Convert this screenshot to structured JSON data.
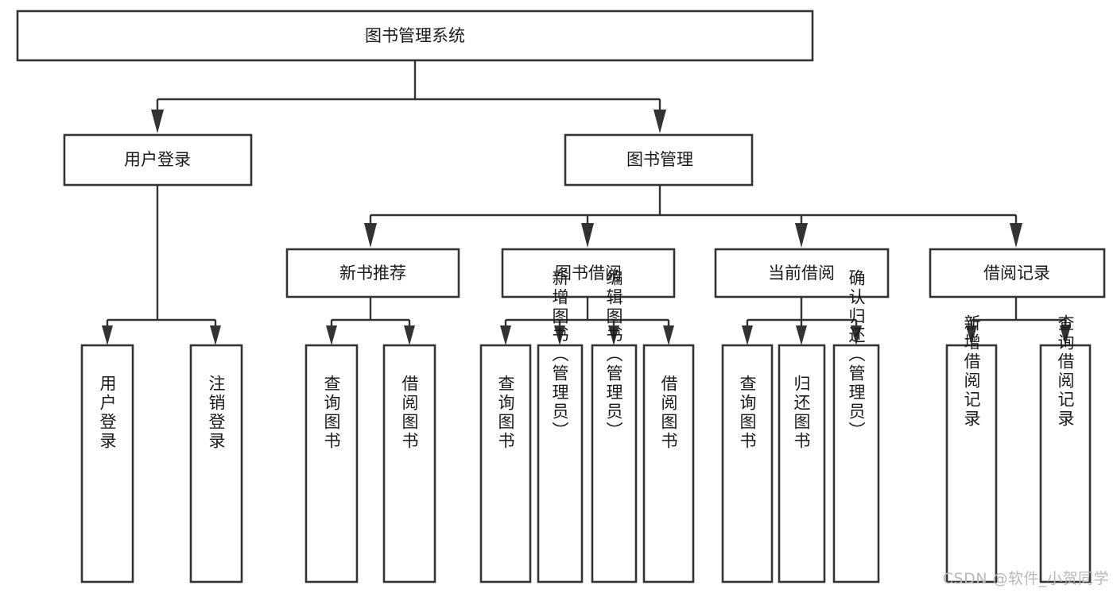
{
  "diagram": {
    "title": "图书管理系统",
    "type": "tree-hierarchy-chart",
    "watermark": "CSDN @软件_小贺同学",
    "colors": {
      "background": "#ffffff",
      "box_fill": "#ffffff",
      "box_stroke": "#333333",
      "text": "#1a1a1a",
      "watermark": "#b9b9b9"
    },
    "root": {
      "label": "图书管理系统"
    },
    "level2": [
      {
        "label": "用户登录"
      },
      {
        "label": "图书管理"
      }
    ],
    "level3": [
      {
        "label": "新书推荐"
      },
      {
        "label": "图书借阅"
      },
      {
        "label": "当前借阅"
      },
      {
        "label": "借阅记录"
      }
    ],
    "leaves": {
      "user_login": [
        {
          "label": "用户登录"
        },
        {
          "label": "注销登录"
        }
      ],
      "new_book_recommend": [
        {
          "label": "查询图书"
        },
        {
          "label": "借阅图书"
        }
      ],
      "book_borrow": [
        {
          "label": "查询图书"
        },
        {
          "label": "新增图书（管理员）"
        },
        {
          "label": "编辑图书（管理员）"
        },
        {
          "label": "借阅图书"
        }
      ],
      "current_borrow": [
        {
          "label": "查询图书"
        },
        {
          "label": "归还图书"
        },
        {
          "label": "确认归还（管理员）"
        }
      ],
      "borrow_record": [
        {
          "label": "新增借阅记录"
        },
        {
          "label": "查询借阅记录"
        }
      ]
    }
  }
}
